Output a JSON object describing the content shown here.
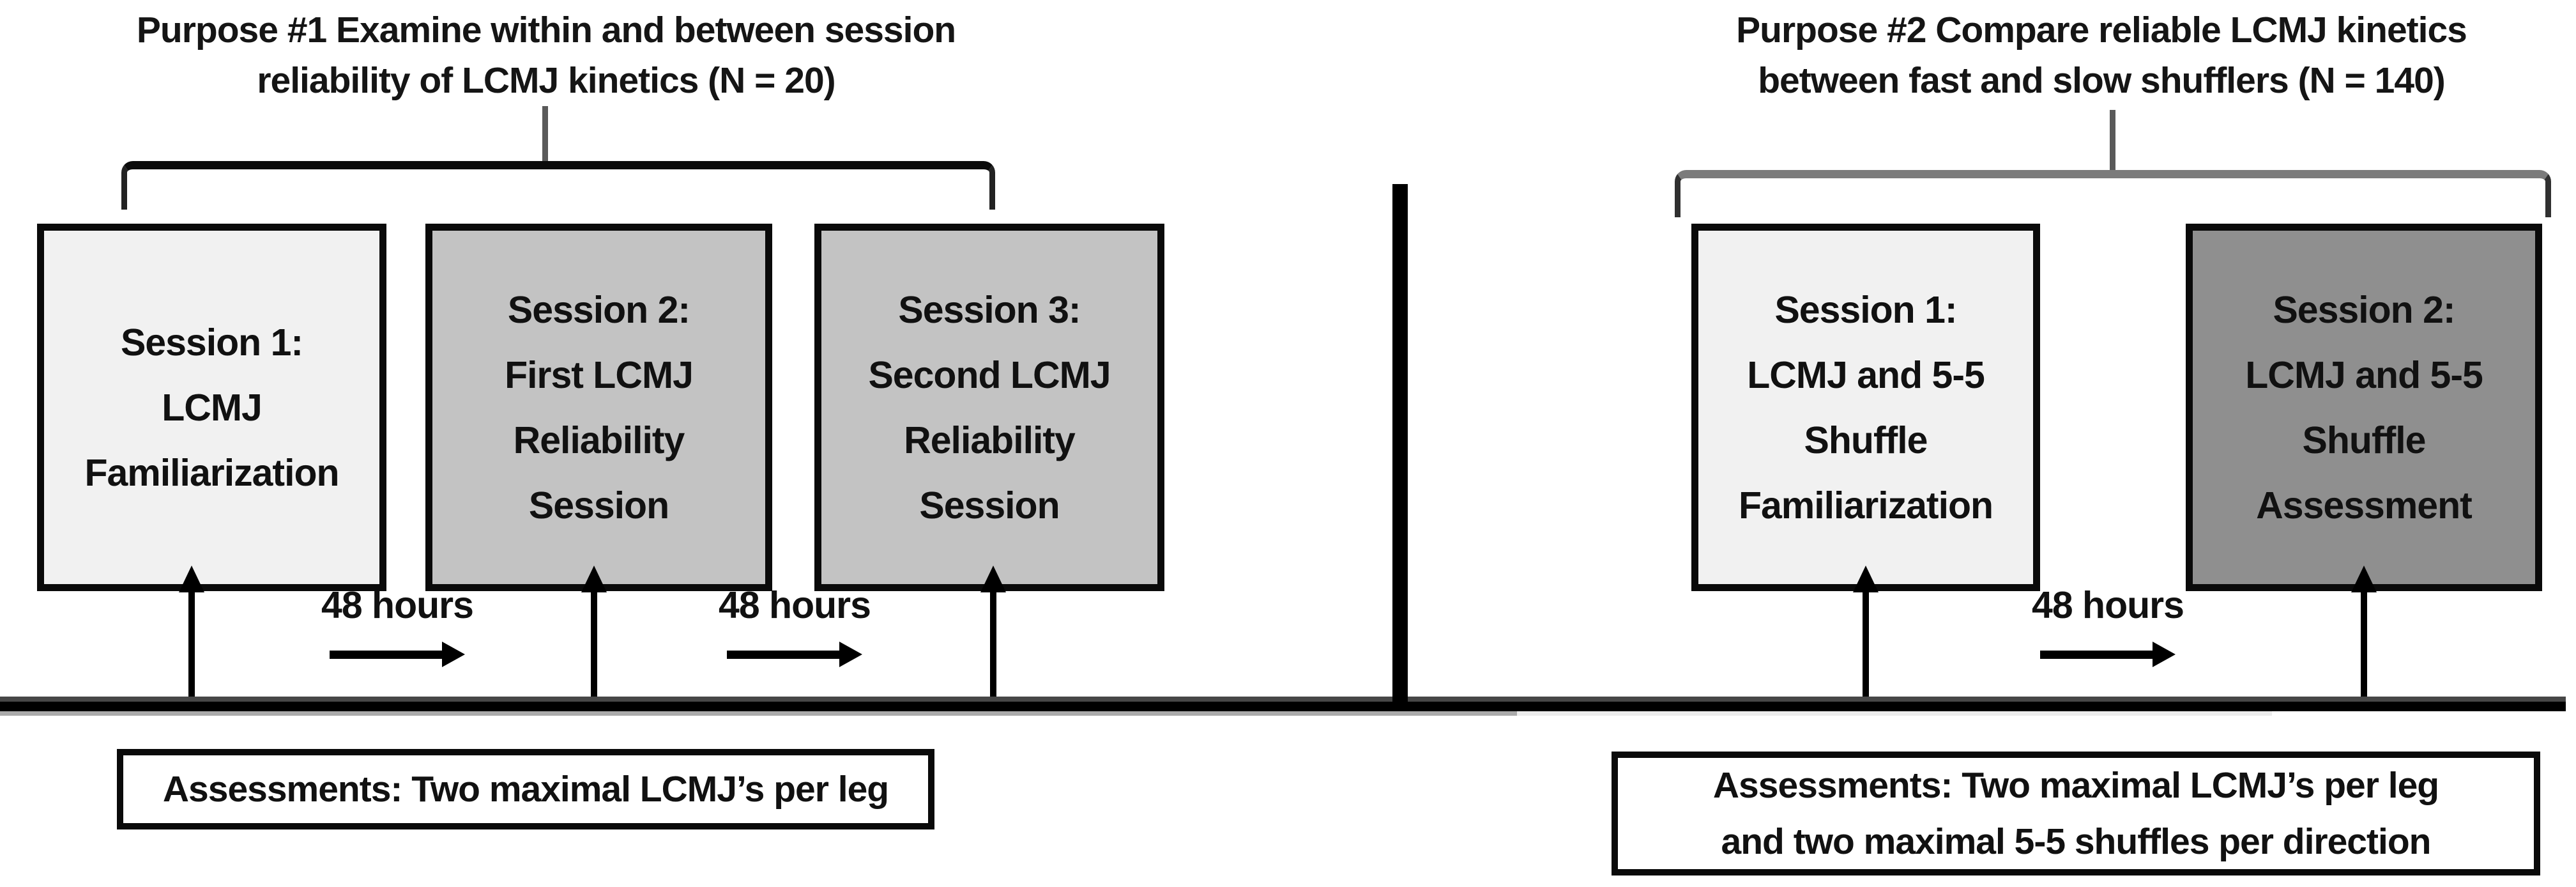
{
  "figure": {
    "purpose1": {
      "title": "Purpose #1 Examine within and between session\nreliability of LCMJ kinetics (N = 20)",
      "sessions": [
        {
          "label": "Session 1:\nLCMJ\nFamiliarization",
          "fill": "#f1f1f1"
        },
        {
          "label": "Session 2:\nFirst LCMJ\nReliability\nSession",
          "fill": "#c3c3c3"
        },
        {
          "label": "Session 3:\nSecond LCMJ\nReliability\nSession",
          "fill": "#c3c3c3"
        }
      ],
      "intervals": [
        "48 hours",
        "48 hours"
      ],
      "assessment": "Assessments: Two maximal LCMJ’s per leg"
    },
    "purpose2": {
      "title": "Purpose #2 Compare reliable LCMJ kinetics\nbetween fast and slow shufflers (N = 140)",
      "sessions": [
        {
          "label": "Session 1:\nLCMJ and 5-5\nShuffle\nFamiliarization",
          "fill": "#f1f1f1"
        },
        {
          "label": "Session 2:\nLCMJ and 5-5\nShuffle\nAssessment",
          "fill": "#8f8f8f"
        }
      ],
      "intervals": [
        "48 hours"
      ],
      "assessment": "Assessments: Two maximal LCMJ’s per leg\nand two maximal 5-5 shuffles per direction"
    },
    "colors": {
      "box_light": "#f1f1f1",
      "box_medium": "#c3c3c3",
      "box_dark": "#8f8f8f",
      "bracket_left": "#0b0b0b",
      "bracket_right": "#7b7b7b",
      "timeline_black": "#000000",
      "timeline_dark_gray": "#474747",
      "timeline_gray": "#aaaaaa",
      "timeline_light_gray": "#ececec"
    }
  }
}
